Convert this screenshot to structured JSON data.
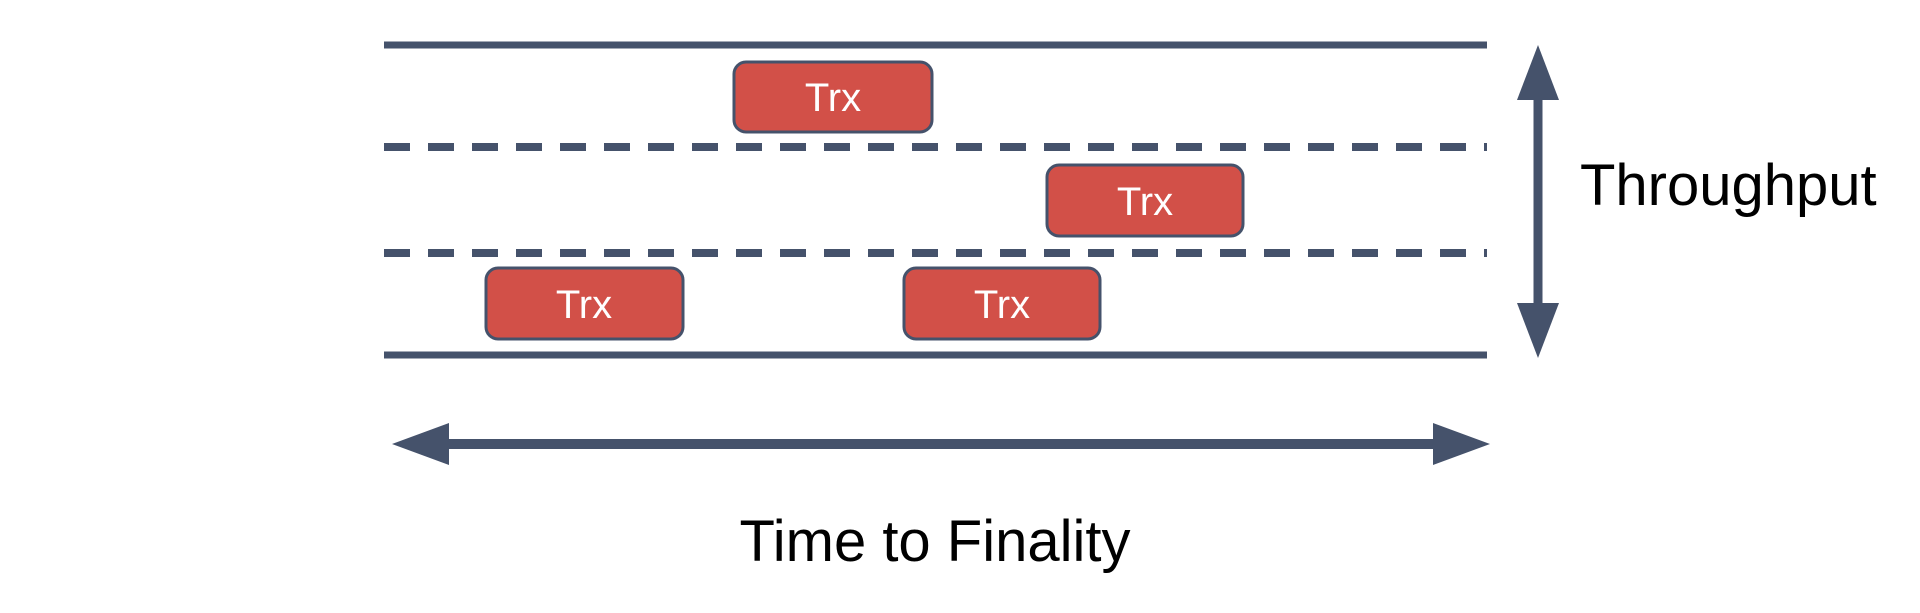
{
  "diagram": {
    "transactions": [
      {
        "label": "Trx",
        "position": "top-lane-center"
      },
      {
        "label": "Trx",
        "position": "middle-lane-right"
      },
      {
        "label": "Trx",
        "position": "bottom-lane-left"
      },
      {
        "label": "Trx",
        "position": "bottom-lane-center"
      }
    ],
    "axis_labels": {
      "vertical": "Throughput",
      "horizontal": "Time to Finality"
    },
    "colors": {
      "box_fill": "#d25048",
      "box_border": "#45526b",
      "line": "#45526b",
      "axis_text": "#000000",
      "box_text": "#ffffff"
    }
  }
}
